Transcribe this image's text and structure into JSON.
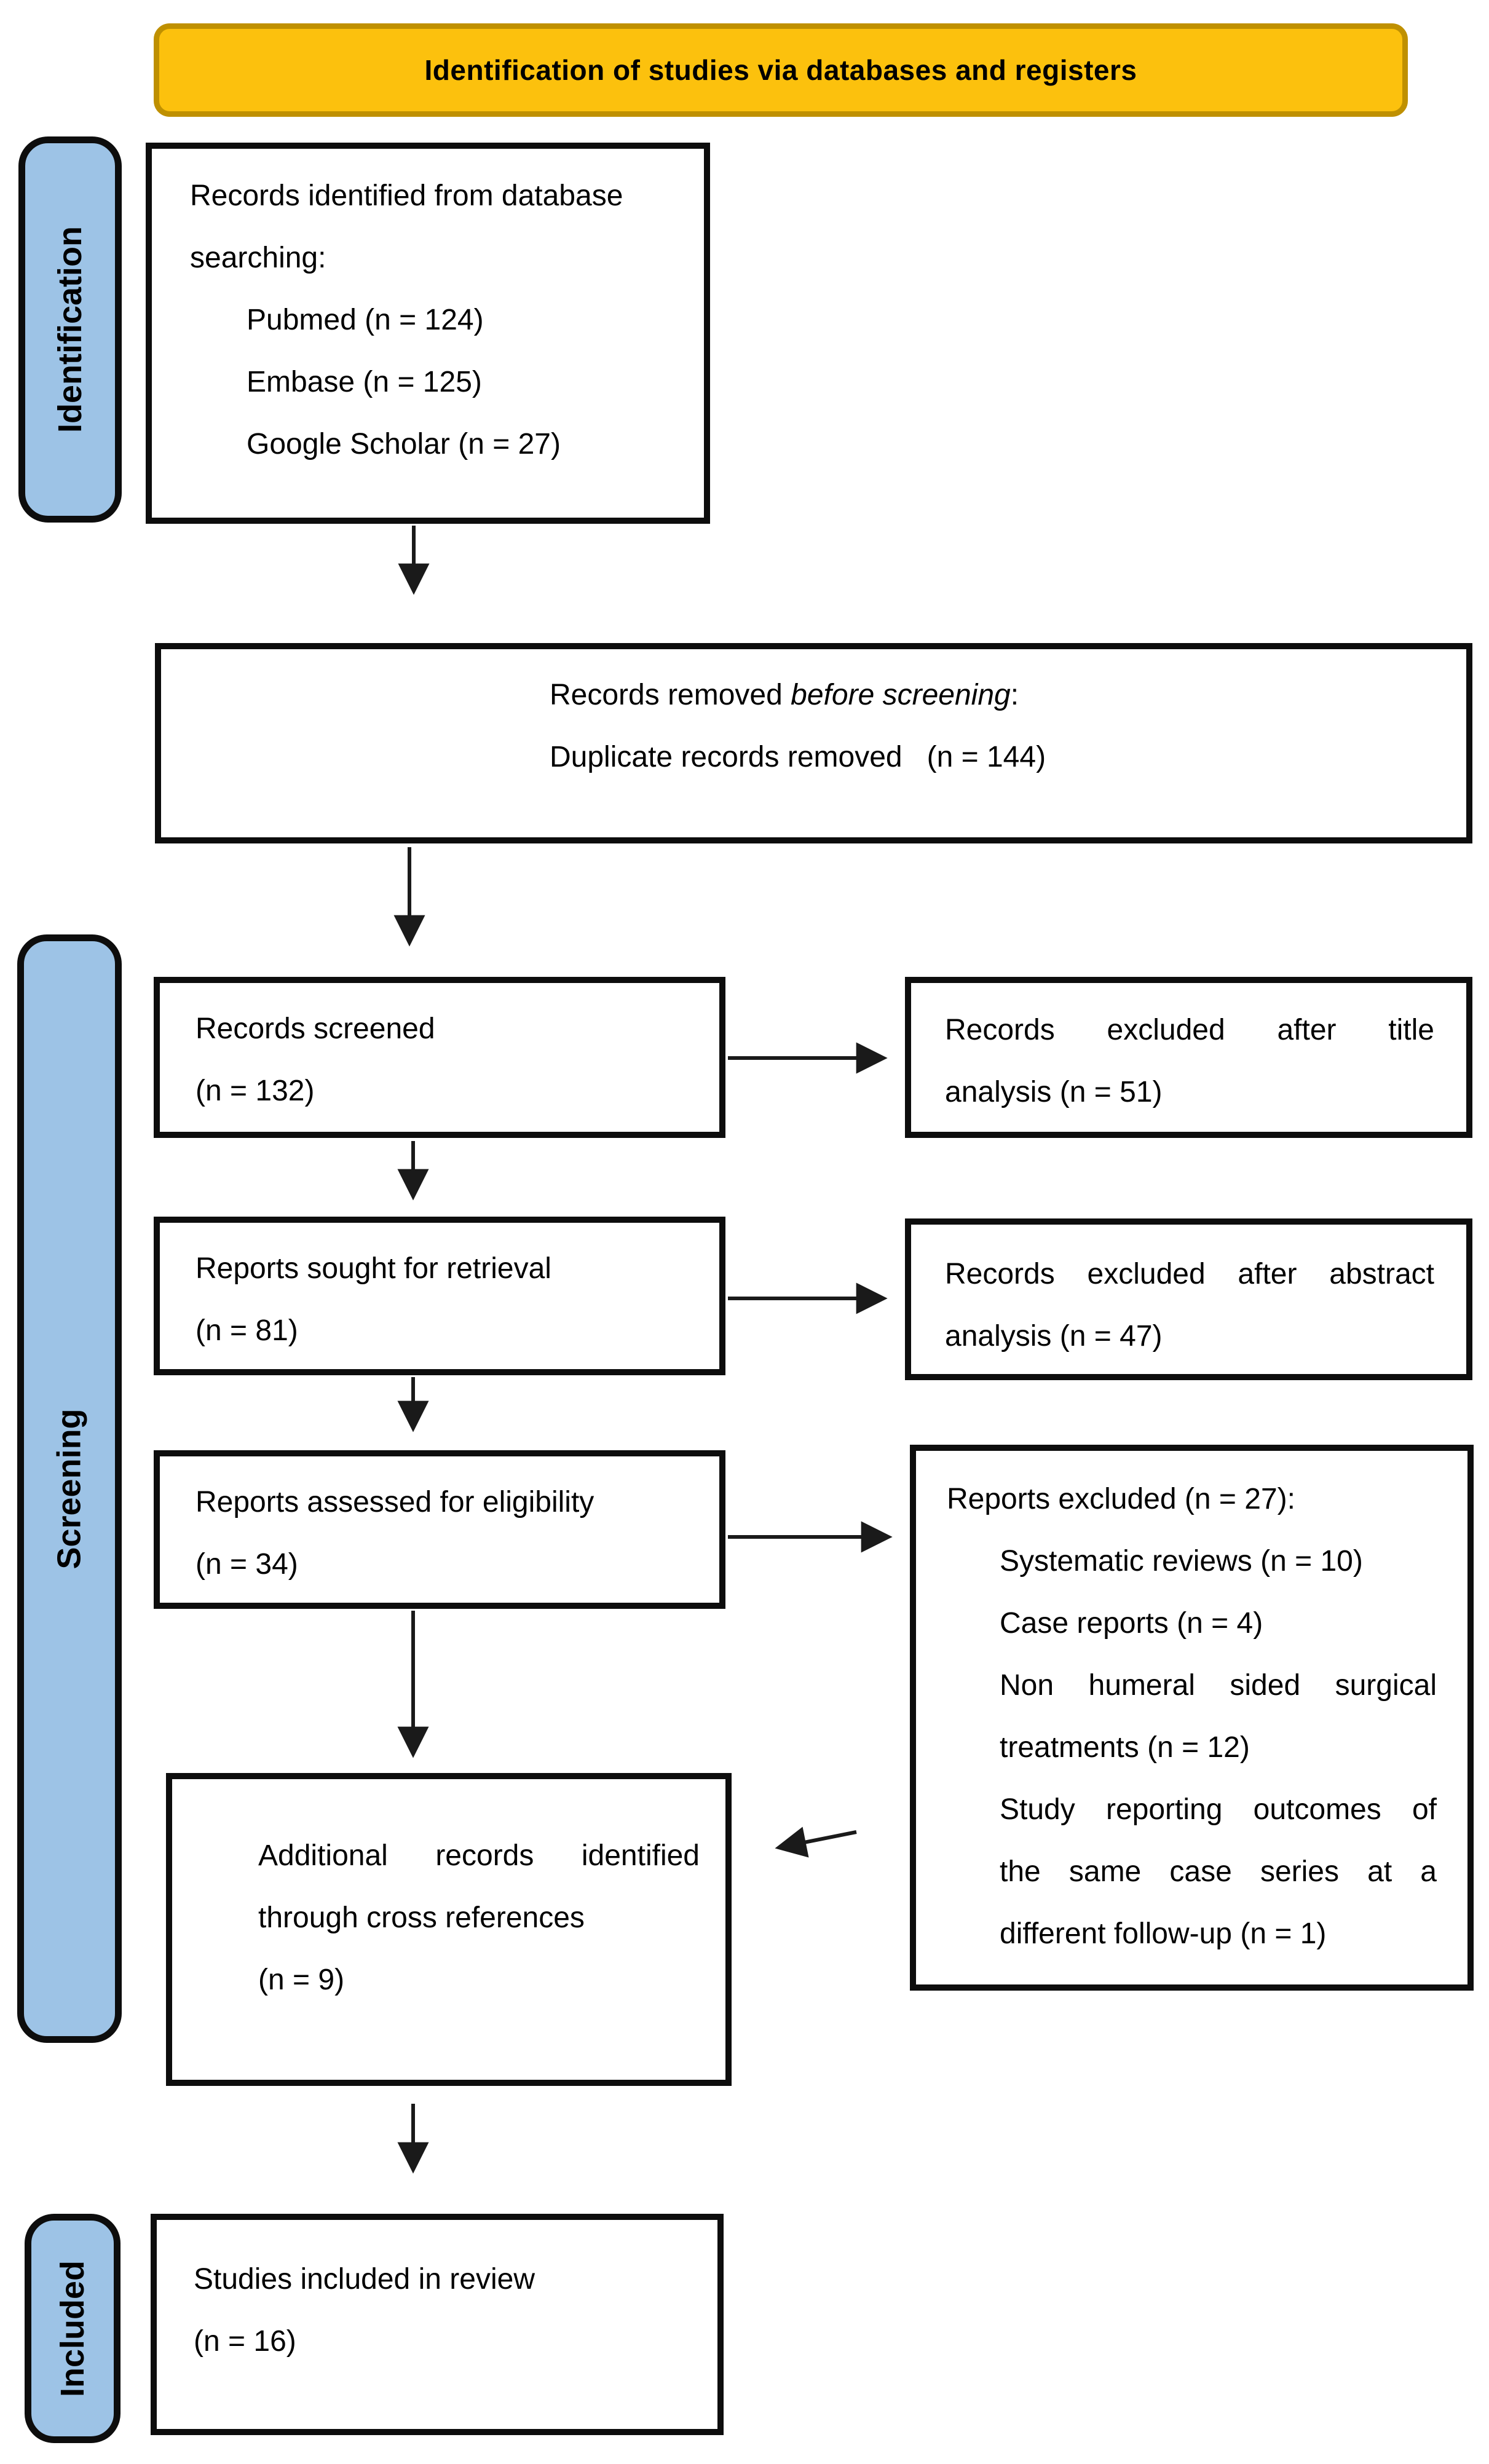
{
  "banner": {
    "title": "Identification of studies via databases and registers"
  },
  "stages": {
    "identification": "Identification",
    "screening": "Screening",
    "included": "Included"
  },
  "boxes": {
    "records_identified": {
      "line1": "Records identified from database",
      "line2": "searching:",
      "items": [
        "Pubmed (n = 124)",
        "Embase (n = 125)",
        "Google Scholar (n = 27)"
      ]
    },
    "records_removed": {
      "prefix": "Records removed ",
      "italic": "before screening",
      "suffix": ":",
      "detail": "Duplicate records removed   (n = 144)"
    },
    "records_screened": {
      "line1": "Records screened",
      "line2": "(n = 132)"
    },
    "excluded_title": {
      "line1": "Records excluded after title",
      "line2": "analysis (n = 51)"
    },
    "reports_sought": {
      "line1": "Reports sought for retrieval",
      "line2": "(n = 81)"
    },
    "excluded_abstract": {
      "line1": "Records excluded after abstract",
      "line2": "analysis (n = 47)"
    },
    "reports_assessed": {
      "line1": "Reports assessed for eligibility",
      "line2": "(n = 34)"
    },
    "reports_excluded": {
      "header": "Reports excluded (n = 27):",
      "lines": [
        "Systematic reviews (n = 10)",
        "Case reports (n = 4)",
        "Non humeral sided surgical",
        "treatments (n = 12)",
        "Study reporting outcomes of",
        "the same case series at a",
        "different follow-up (n = 1)"
      ]
    },
    "additional_records": {
      "line1": "Additional records identified",
      "line2": "through cross references",
      "line3": "(n = 9)"
    },
    "studies_included": {
      "line1": "Studies included in review",
      "line2": "(n = 16)"
    }
  },
  "colors": {
    "banner_fill": "#FCC10D",
    "banner_border": "#BF9000",
    "stage_fill": "#9DC3E6"
  }
}
